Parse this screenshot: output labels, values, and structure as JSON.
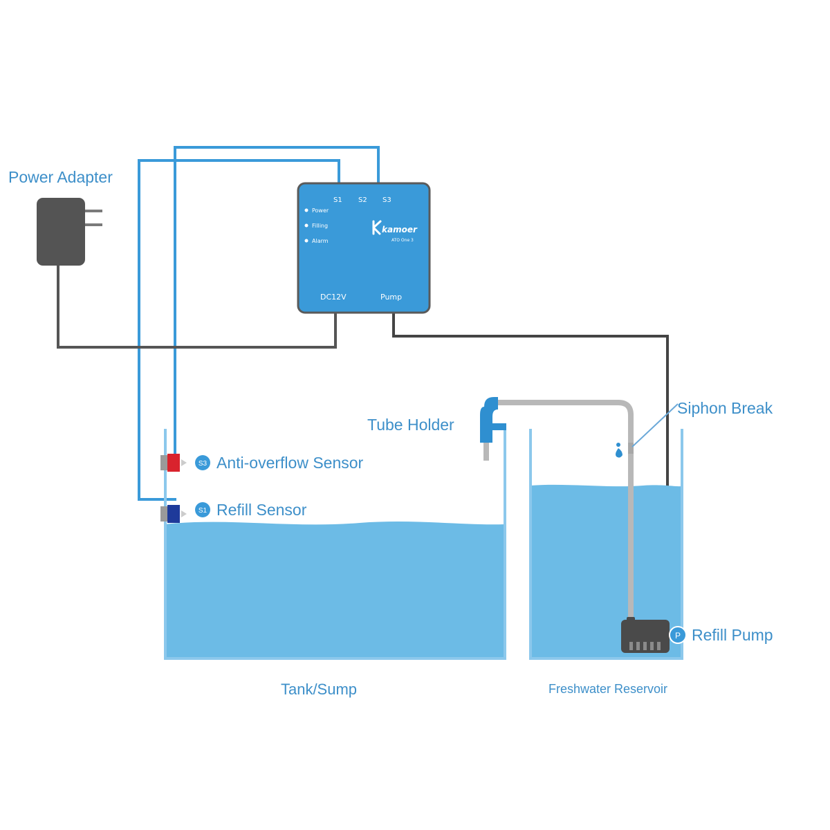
{
  "labels": {
    "power_adapter": "Power Adapter",
    "tube_holder": "Tube Holder",
    "siphon_break": "Siphon Break",
    "anti_overflow_sensor": "Anti-overflow Sensor",
    "refill_sensor": "Refill Sensor",
    "refill_pump": "Refill Pump",
    "tank_sump": "Tank/Sump",
    "freshwater_reservoir": "Freshwater Reservoir"
  },
  "badges": {
    "anti_overflow": "S3",
    "refill": "S1",
    "pump": "P"
  },
  "controller": {
    "ports_top": [
      "S1",
      "S2",
      "S3"
    ],
    "indicators": [
      "Power",
      "Filling",
      "Alarm"
    ],
    "brand": "kamoer",
    "model": "ATO One 3",
    "port_power": "DC12V",
    "port_pump": "Pump"
  },
  "colors": {
    "sensor_wire": "#3a9ad9",
    "power_wire": "#555555",
    "controller": "#3a9ad9",
    "water": "#6cbbe6",
    "tank_wall": "#8cc8ec",
    "label": "#3d8fc9",
    "anti_overflow_sensor": "#d9232d",
    "refill_sensor": "#1e3a9a",
    "tube": "#b8b8b8",
    "device_dark": "#4a4a4a"
  }
}
